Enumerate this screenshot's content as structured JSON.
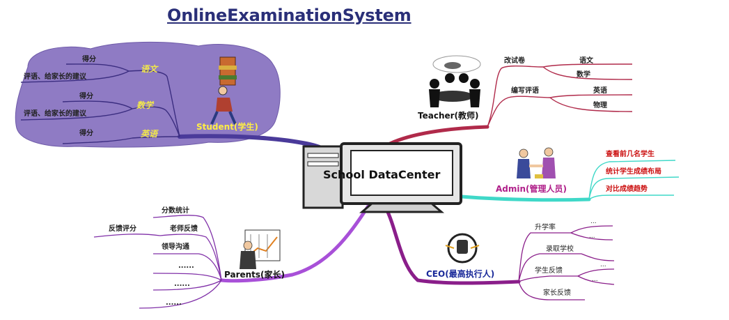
{
  "title": "OnlineExaminationSystem",
  "center": "School DataCenter",
  "student": {
    "label": "Student(学生)",
    "subjects": [
      {
        "name": "语文",
        "items": [
          "得分",
          "评语、给家长的建议"
        ]
      },
      {
        "name": "数学",
        "items": [
          "得分",
          "评语、给家长的建议"
        ]
      },
      {
        "name": "英语",
        "items": [
          "得分"
        ]
      }
    ]
  },
  "teacher": {
    "label": "Teacher(教师)",
    "groups": [
      {
        "name": "改试卷",
        "items": [
          "语文",
          "数学"
        ]
      },
      {
        "name": "编写评语",
        "items": [
          "英语",
          "物理"
        ]
      }
    ]
  },
  "admin": {
    "label": "Admin(管理人员)",
    "items": [
      "查看前几名学生",
      "统计学生成绩布局",
      "对比成绩趋势"
    ]
  },
  "ceo": {
    "label": "CEO(最高执行人)",
    "items": [
      "升学率",
      "录取学校",
      "学生反馈",
      "家长反馈"
    ],
    "ellipsis": [
      "...",
      "...",
      "...",
      "..."
    ]
  },
  "parents": {
    "label": "Parents(家长)",
    "items": [
      "分数统计",
      "老师反馈",
      "领导沟通",
      "......",
      "......",
      "......"
    ],
    "sub_item": "反馈评分"
  },
  "colors": {
    "student": "#4a3a9a",
    "student_cloud": "#8f7bc4",
    "teacher": "#b02a4a",
    "admin": "#3fd8c8",
    "ceo": "#8a1e8a",
    "parents": "#a850d8",
    "title": "#2a2f78"
  }
}
